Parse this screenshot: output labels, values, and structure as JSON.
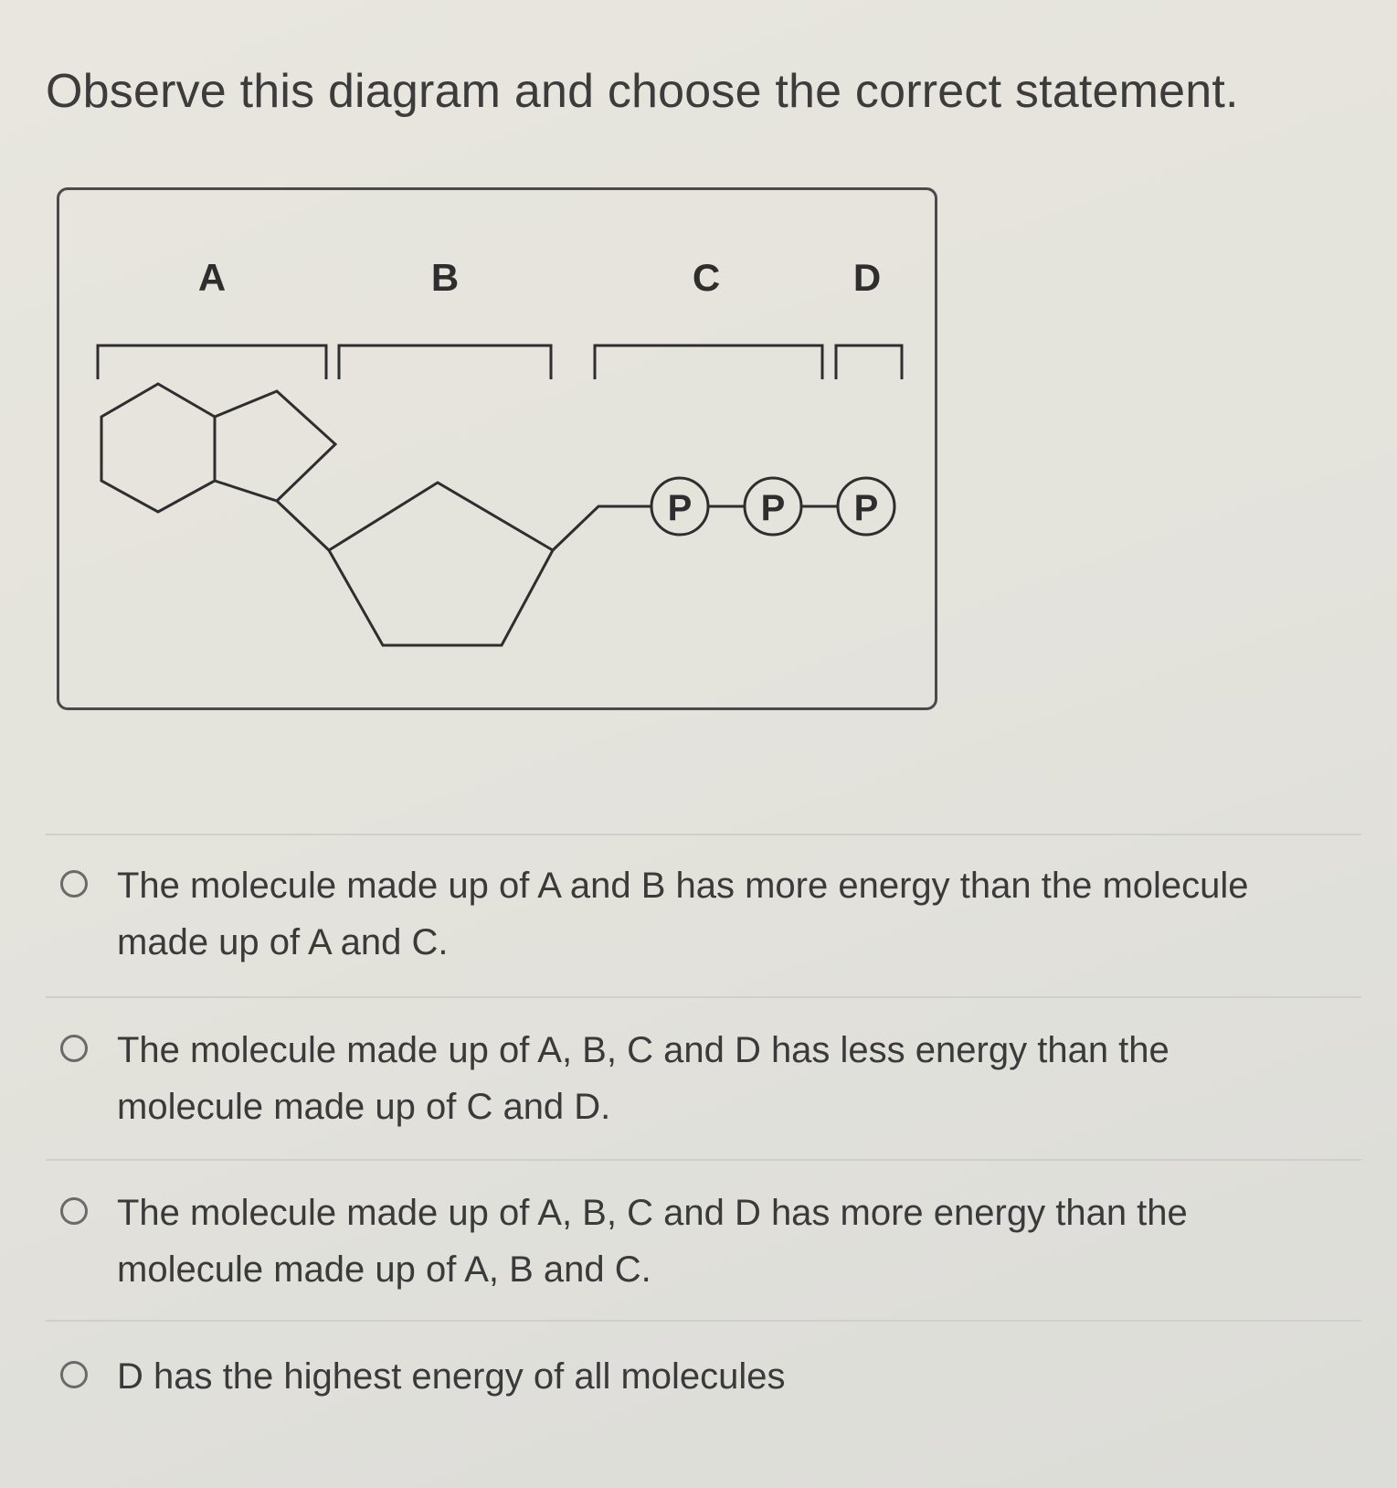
{
  "question": {
    "title": "Observe this diagram and choose the correct statement."
  },
  "diagram": {
    "labels": [
      "A",
      "B",
      "C",
      "D"
    ],
    "phosphate_label": "P"
  },
  "options": [
    {
      "text": "The molecule made up of A and B has more energy than the molecule made up of A and C."
    },
    {
      "text": "The molecule made up of A, B, C and D has less energy than the molecule made up of C and D."
    },
    {
      "text": "The molecule made up of A, B, C and D has more energy than the molecule made up of A, B and C."
    },
    {
      "text": "D has the highest energy of all molecules"
    }
  ]
}
